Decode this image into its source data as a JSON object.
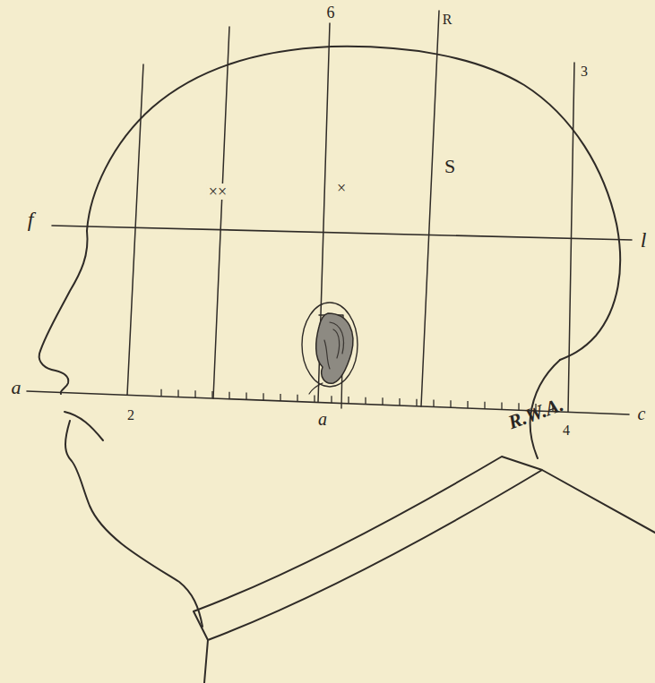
{
  "diagram": {
    "labels": [
      "6",
      "R",
      "3",
      "S",
      "f",
      "××",
      "×",
      "l",
      "a",
      "2",
      "a",
      "4",
      "c",
      "R.W.A."
    ]
  }
}
